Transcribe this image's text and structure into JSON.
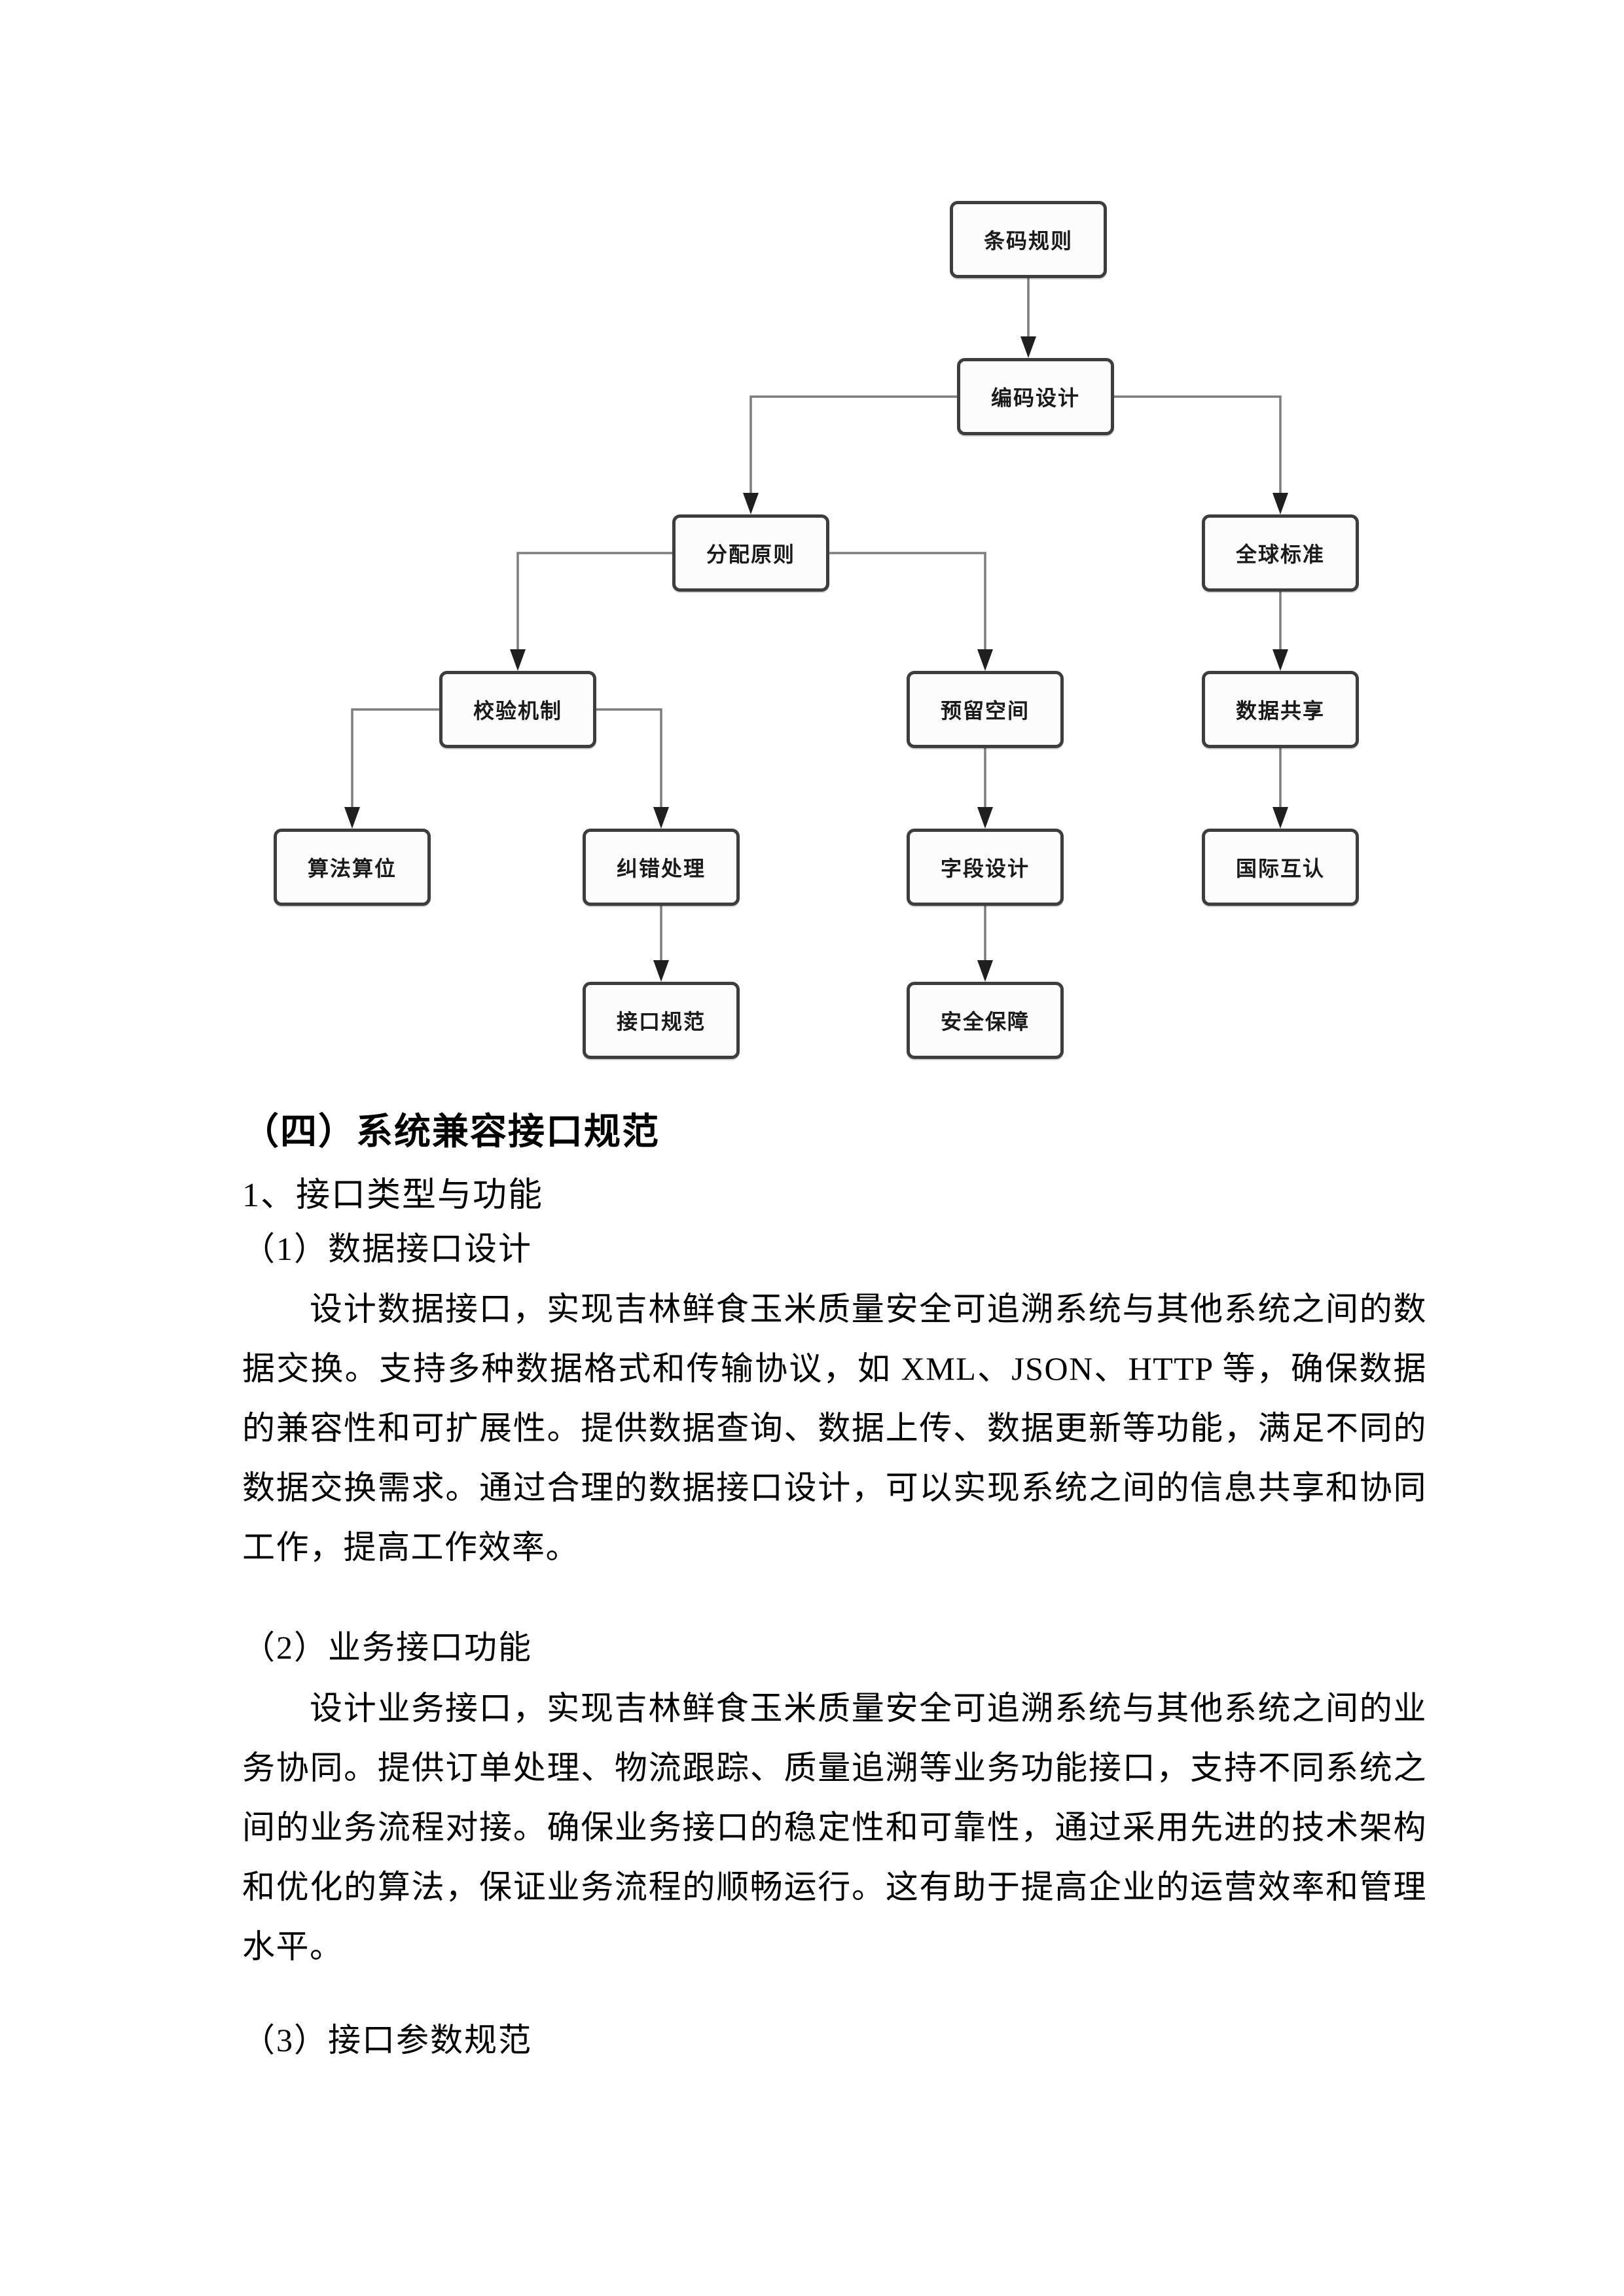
{
  "flowchart": {
    "nodes": [
      {
        "label": "条码规则"
      },
      {
        "label": "编码设计"
      },
      {
        "label": "分配原则"
      },
      {
        "label": "全球标准"
      },
      {
        "label": "校验机制"
      },
      {
        "label": "预留空间"
      },
      {
        "label": "数据共享"
      },
      {
        "label": "算法算位"
      },
      {
        "label": "纠错处理"
      },
      {
        "label": "字段设计"
      },
      {
        "label": "国际互认"
      },
      {
        "label": "接口规范"
      },
      {
        "label": "安全保障"
      }
    ],
    "edges": [
      {
        "from": "条码规则",
        "to": "编码设计"
      },
      {
        "from": "编码设计",
        "to": "分配原则"
      },
      {
        "from": "编码设计",
        "to": "全球标准"
      },
      {
        "from": "分配原则",
        "to": "校验机制"
      },
      {
        "from": "分配原则",
        "to": "预留空间"
      },
      {
        "from": "全球标准",
        "to": "数据共享"
      },
      {
        "from": "校验机制",
        "to": "算法算位"
      },
      {
        "from": "校验机制",
        "to": "纠错处理"
      },
      {
        "from": "预留空间",
        "to": "字段设计"
      },
      {
        "from": "数据共享",
        "to": "国际互认"
      },
      {
        "from": "纠错处理",
        "to": "接口规范"
      },
      {
        "from": "字段设计",
        "to": "安全保障"
      }
    ],
    "colors": {
      "node_border": "#3d3d3d",
      "node_fill": "#fcfcfc",
      "line": "#7d7d7d",
      "arrow": "#1f1f1f",
      "label": "#1a1a1a"
    }
  },
  "document": {
    "section_heading": "（四）系统兼容接口规范",
    "subsection_heading": "1、接口类型与功能",
    "blocks": [
      {
        "heading": "（1）数据接口设计",
        "paragraph": "设计数据接口，实现吉林鲜食玉米质量安全可追溯系统与其他系统之间的数据交换。支持多种数据格式和传输协议，如 XML、JSON、HTTP 等，确保数据的兼容性和可扩展性。提供数据查询、数据上传、数据更新等功能，满足不同的数据交换需求。通过合理的数据接口设计，可以实现系统之间的信息共享和协同工作，提高工作效率。"
      },
      {
        "heading": "（2）业务接口功能",
        "paragraph": "设计业务接口，实现吉林鲜食玉米质量安全可追溯系统与其他系统之间的业务协同。提供订单处理、物流跟踪、质量追溯等业务功能接口，支持不同系统之间的业务流程对接。确保业务接口的稳定性和可靠性，通过采用先进的技术架构和优化的算法，保证业务流程的顺畅运行。这有助于提高企业的运营效率和管理水平。"
      },
      {
        "heading": "（3）接口参数规范",
        "paragraph": ""
      }
    ]
  }
}
